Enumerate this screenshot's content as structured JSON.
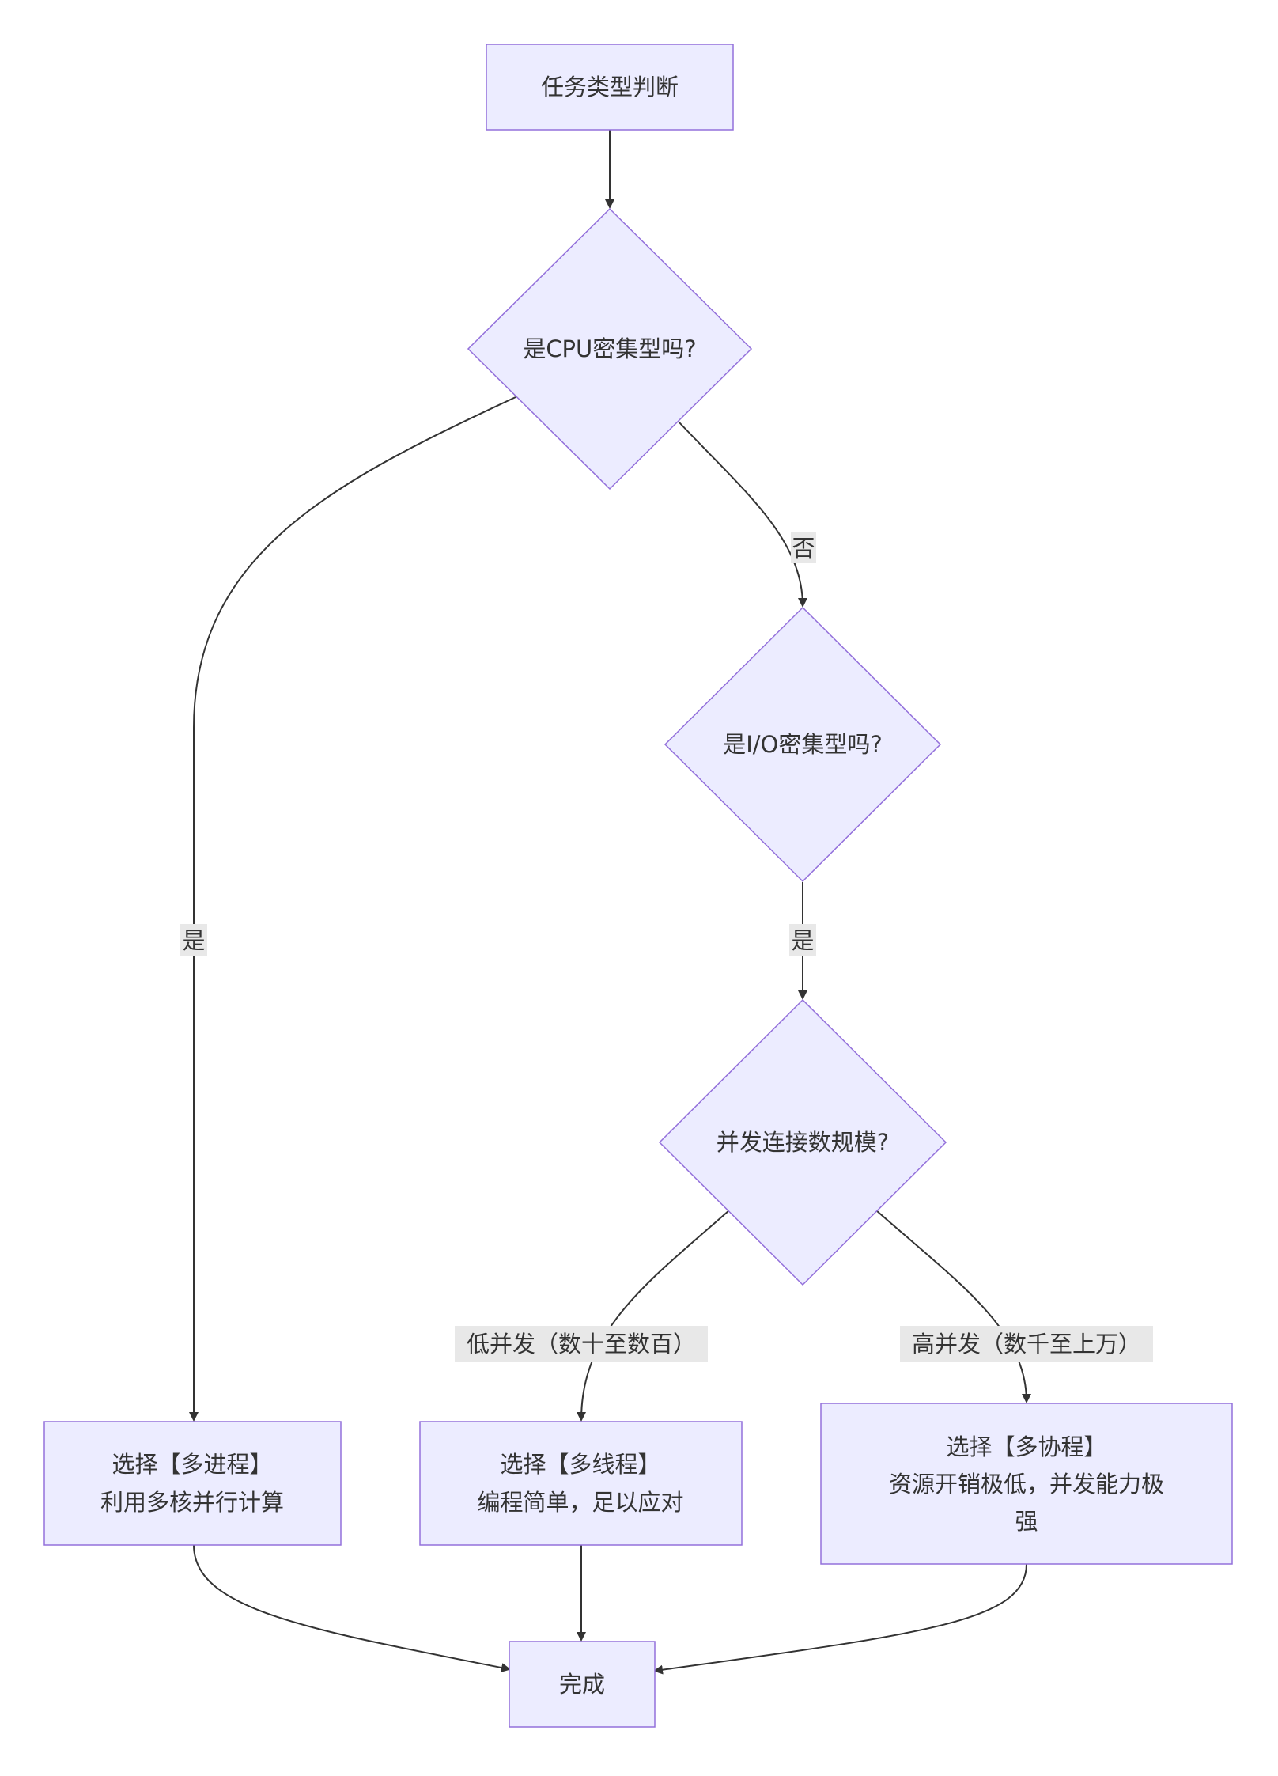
{
  "nodes": {
    "start": "任务类型判断",
    "cpu_check": "是CPU密集型吗?",
    "io_check": "是I/O密集型吗?",
    "conn_check": "并发连接数规模?",
    "multiprocess": {
      "line1": "选择【多进程】",
      "line2": "利用多核并行计算"
    },
    "multithread": {
      "line1": "选择【多线程】",
      "line2": "编程简单，足以应对"
    },
    "coroutine": {
      "line1": "选择【多协程】",
      "line2": "资源开销极低，并发能力极",
      "line3": "强"
    },
    "done": "完成"
  },
  "edges": {
    "cpu_yes": "是",
    "cpu_no": "否",
    "io_yes": "是",
    "low_concurrency": "低并发（数十至数百）",
    "high_concurrency": "高并发（数千至上万）"
  },
  "colors": {
    "node_fill": "#ECECFF",
    "node_stroke": "#9370DB",
    "edge": "#333333",
    "label_bg": "#E8E8E8"
  }
}
